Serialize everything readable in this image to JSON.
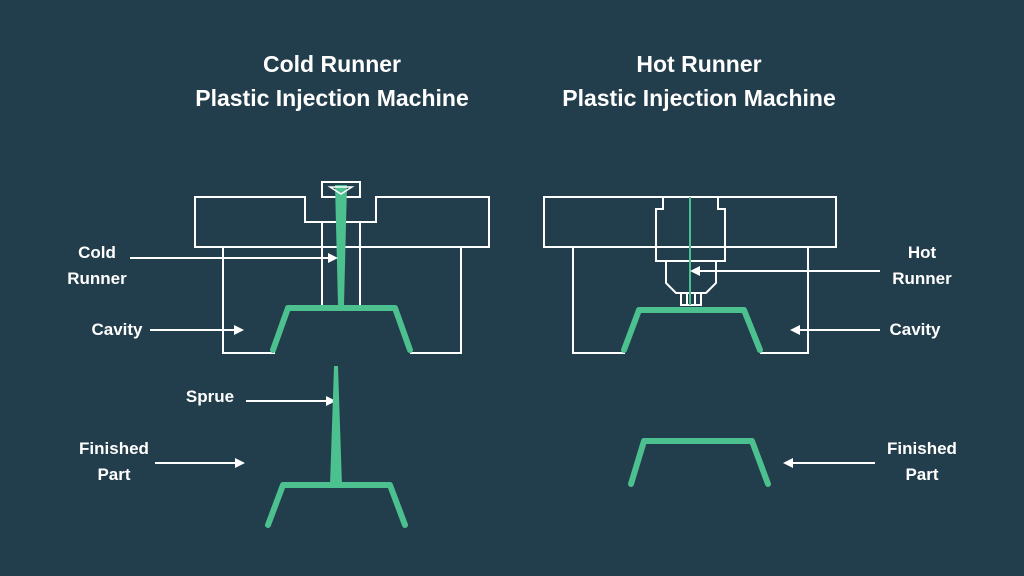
{
  "colors": {
    "background": "#223d4b",
    "outline": "#ffffff",
    "plastic": "#4cc08f"
  },
  "left": {
    "title_line1": "Cold Runner",
    "title_line2": "Plastic Injection Machine",
    "label_cold_runner_1": "Cold",
    "label_cold_runner_2": "Runner",
    "label_cavity": "Cavity",
    "label_sprue": "Sprue",
    "label_finished_1": "Finished",
    "label_finished_2": "Part"
  },
  "right": {
    "title_line1": "Hot Runner",
    "title_line2": "Plastic Injection Machine",
    "label_hot_runner_1": "Hot",
    "label_hot_runner_2": "Runner",
    "label_cavity": "Cavity",
    "label_finished_1": "Finished",
    "label_finished_2": "Part"
  }
}
